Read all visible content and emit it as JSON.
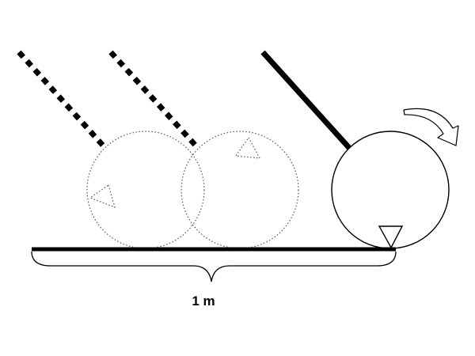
{
  "diagram": {
    "measurement_label": "1 m",
    "colors": {
      "ink": "#000000",
      "background": "#ffffff",
      "ghost_outline": "#555555",
      "rotation_arrow_fill": "#ffffff"
    },
    "elements": {
      "ground": "ground-line",
      "wheel": "wheel",
      "wheel_marker": "wheel-contact-marker-triangle",
      "rod": "rod",
      "rotation_arrow": "curved-rotation-arrow-icon",
      "ghost_positions": 2
    }
  }
}
